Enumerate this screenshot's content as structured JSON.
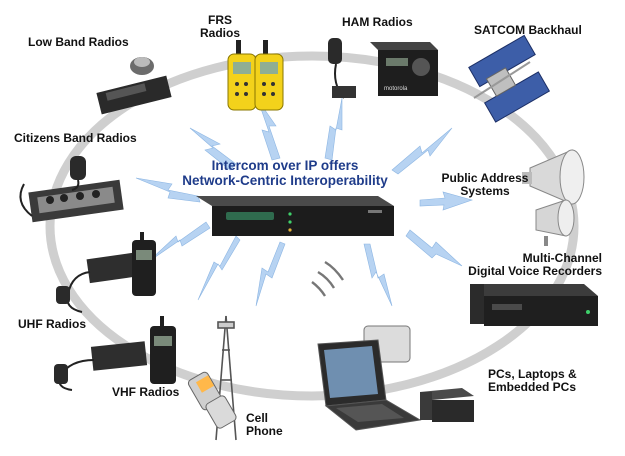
{
  "title": {
    "line1": "Intercom over IP offers",
    "line2": "Network-Centric Interoperability"
  },
  "nodes": {
    "low_band": "Low Band Radios",
    "frs_line1": "FRS",
    "frs_line2": "Radios",
    "ham": "HAM Radios",
    "satcom": "SATCOM Backhaul",
    "citizens_band": "Citizens Band Radios",
    "public_address_line1": "Public Address",
    "public_address_line2": "Systems",
    "recorders_line1": "Multi-Channel",
    "recorders_line2": "Digital Voice Recorders",
    "uhf": "UHF Radios",
    "vhf": "VHF Radios",
    "cell_line1": "Cell",
    "cell_line2": "Phone",
    "pcs_line1": "PCs, Laptops &",
    "pcs_line2": "Embedded PCs"
  },
  "devices": {
    "ham_brand": "motorola"
  },
  "colors": {
    "ring": "#cfcfcf",
    "bolt": "#a9c8ec",
    "title": "#1f3c8a",
    "device_dark": "#2a2a2a"
  }
}
